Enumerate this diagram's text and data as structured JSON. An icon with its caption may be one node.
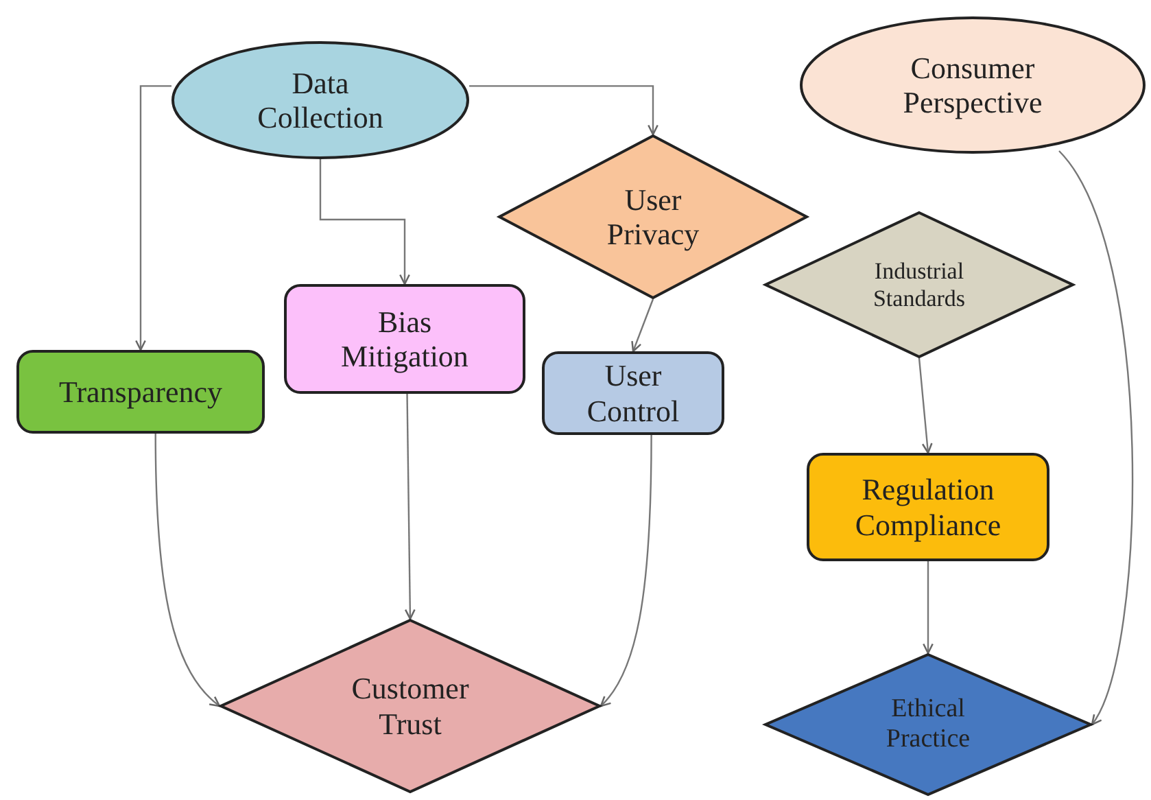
{
  "diagram": {
    "nodes": [
      {
        "text": [
          "Data Collection"
        ]
      },
      {
        "text": [
          "Consumer Perspective"
        ]
      },
      {
        "text": [
          "User Privacy"
        ]
      },
      {
        "text": [
          "Industrial Standards"
        ]
      },
      {
        "text": [
          "Transparency"
        ]
      },
      {
        "text": [
          "Bias Mitigation"
        ]
      },
      {
        "text": [
          "User Control"
        ]
      },
      {
        "text": [
          "Regulation Compliance"
        ]
      },
      {
        "text": [
          "Customer Trust"
        ]
      },
      {
        "text": [
          "Ethical Practice"
        ]
      }
    ],
    "edges": [
      {
        "from": 0,
        "to": 4,
        "arrow": "to"
      },
      {
        "from": 0,
        "to": 5,
        "arrow": "to"
      },
      {
        "from": 0,
        "to": 2,
        "arrow": "to"
      },
      {
        "from": 2,
        "to": 6,
        "arrow": "to"
      },
      {
        "from": 4,
        "to": 8,
        "arrow": "to"
      },
      {
        "from": 5,
        "to": 8,
        "arrow": "to"
      },
      {
        "from": 6,
        "to": 8,
        "arrow": "to"
      },
      {
        "from": 3,
        "to": 7,
        "arrow": "to"
      },
      {
        "from": 7,
        "to": 9,
        "arrow": "to"
      },
      {
        "from": 1,
        "to": 9,
        "arrow": "to"
      }
    ]
  }
}
